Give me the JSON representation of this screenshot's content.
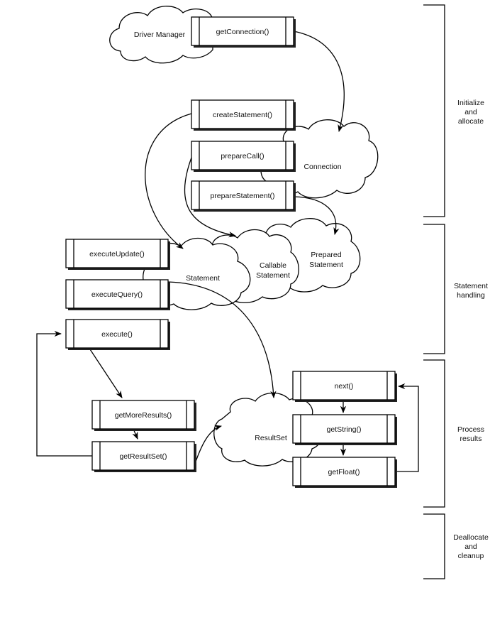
{
  "clouds": {
    "driver_manager": "Driver Manager",
    "connection": "Connection",
    "statement": "Statement",
    "callable_statement": [
      "Callable",
      "Statement"
    ],
    "prepared_statement": [
      "Prepared",
      "Statement"
    ],
    "resultset": "ResultSet"
  },
  "methods": {
    "get_connection": "getConnection()",
    "create_statement": "createStatement()",
    "prepare_call": "prepareCall()",
    "prepare_statement": "prepareStatement()",
    "execute_update": "executeUpdate()",
    "execute_query": "executeQuery()",
    "execute": "execute()",
    "get_more_results": "getMoreResults()",
    "get_result_set": "getResultSet()",
    "next": "next()",
    "get_string": "getString()",
    "get_float": "getFloat()"
  },
  "phases": [
    {
      "lines": [
        "Initialize",
        "and",
        "allocate"
      ]
    },
    {
      "lines": [
        "Statement",
        "handling"
      ]
    },
    {
      "lines": [
        "Process",
        "results"
      ]
    },
    {
      "lines": [
        "Deallocate",
        "and",
        "cleanup"
      ]
    }
  ]
}
